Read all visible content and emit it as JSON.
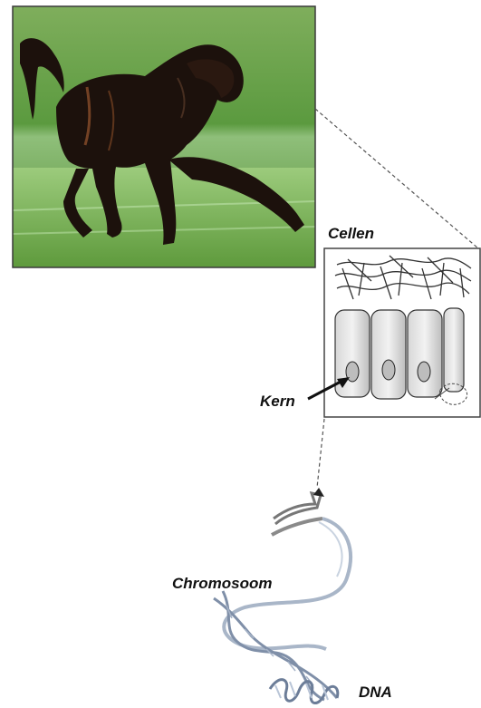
{
  "labels": {
    "cellen": "Cellen",
    "kern": "Kern",
    "chromosoom": "Chromosoom",
    "dna": "DNA"
  }
}
